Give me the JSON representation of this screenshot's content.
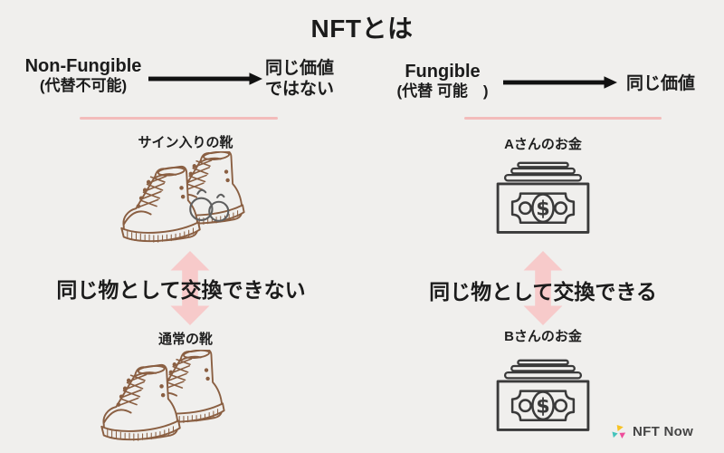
{
  "title": "NFTとは",
  "header": {
    "left": {
      "term": "Non-Fungible",
      "subtitle": "(代替不可能)",
      "result_line1": "同じ価値",
      "result_line2": "ではない"
    },
    "right": {
      "term": "Fungible",
      "subtitle": "(代替 可能　)",
      "result": "同じ価値"
    }
  },
  "left_column": {
    "top_item_label": "サイン入りの靴",
    "exchange_text": "同じ物として交換できない",
    "bottom_item_label": "通常の靴"
  },
  "right_column": {
    "top_item_label": "Aさんのお金",
    "exchange_text": "同じ物として交換できる",
    "bottom_item_label": "Bさんのお金"
  },
  "footer": {
    "brand": "NFT Now"
  },
  "icons": {
    "left_top": "signed-sneakers-icon",
    "left_bottom": "sneakers-icon",
    "right_top": "money-stack-icon",
    "right_bottom": "money-stack-icon",
    "header_arrow": "arrow-right-icon",
    "exchange_arrow": "double-arrow-vertical-icon",
    "brand": "brand-triangles-icon"
  },
  "colors": {
    "background": "#f0efed",
    "text": "#1b1b1b",
    "accent_pink": "#f7caca",
    "underline_pink": "#f3bcbb",
    "sneaker_brown": "#8a5f42",
    "signature_gray": "#5f5f5f",
    "money_outline": "#3a3a3a",
    "brand_yellow": "#f7c325",
    "brand_teal": "#44c3bb",
    "brand_magenta": "#ee4d9b",
    "brand_text": "#454545"
  }
}
